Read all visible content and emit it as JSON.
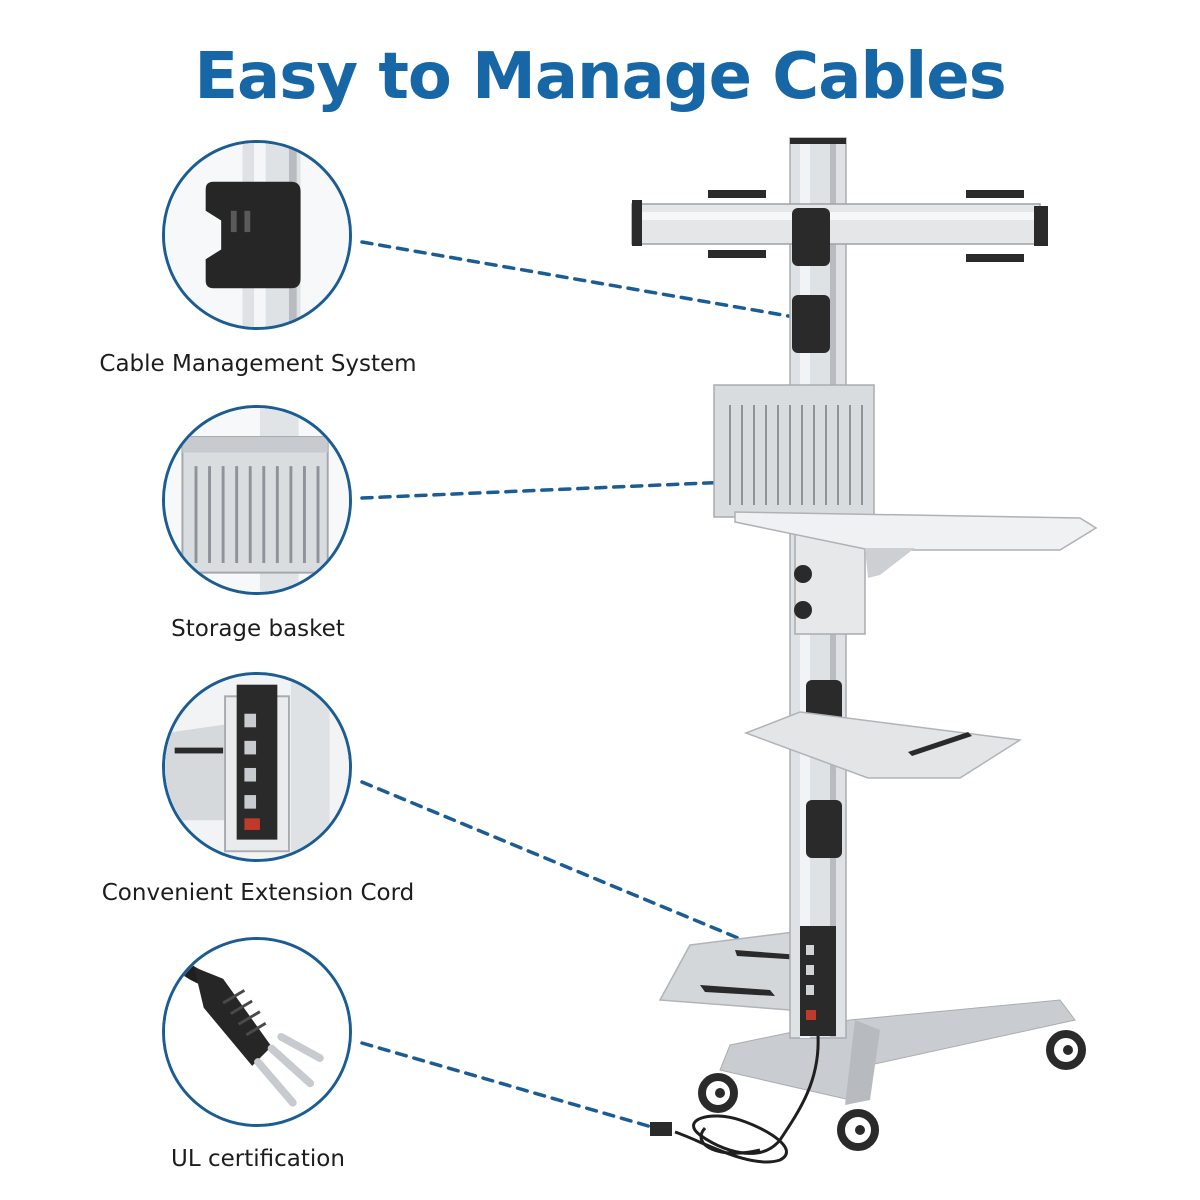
{
  "title": "Easy to Manage Cables",
  "features": [
    {
      "label": "Cable Management System",
      "icon": "cable-clip-icon"
    },
    {
      "label": "Storage basket",
      "icon": "basket-icon"
    },
    {
      "label": "Convenient Extension Cord",
      "icon": "power-strip-icon"
    },
    {
      "label": "UL certification",
      "icon": "plug-icon"
    }
  ],
  "colors": {
    "title": "#1766a6",
    "leader_line": "#1a5c93",
    "callout_border": "#1a5c93",
    "aluminum": "#dcdfe2",
    "metal_gray": "#c9cdd1",
    "black_parts": "#2a2a2a"
  }
}
